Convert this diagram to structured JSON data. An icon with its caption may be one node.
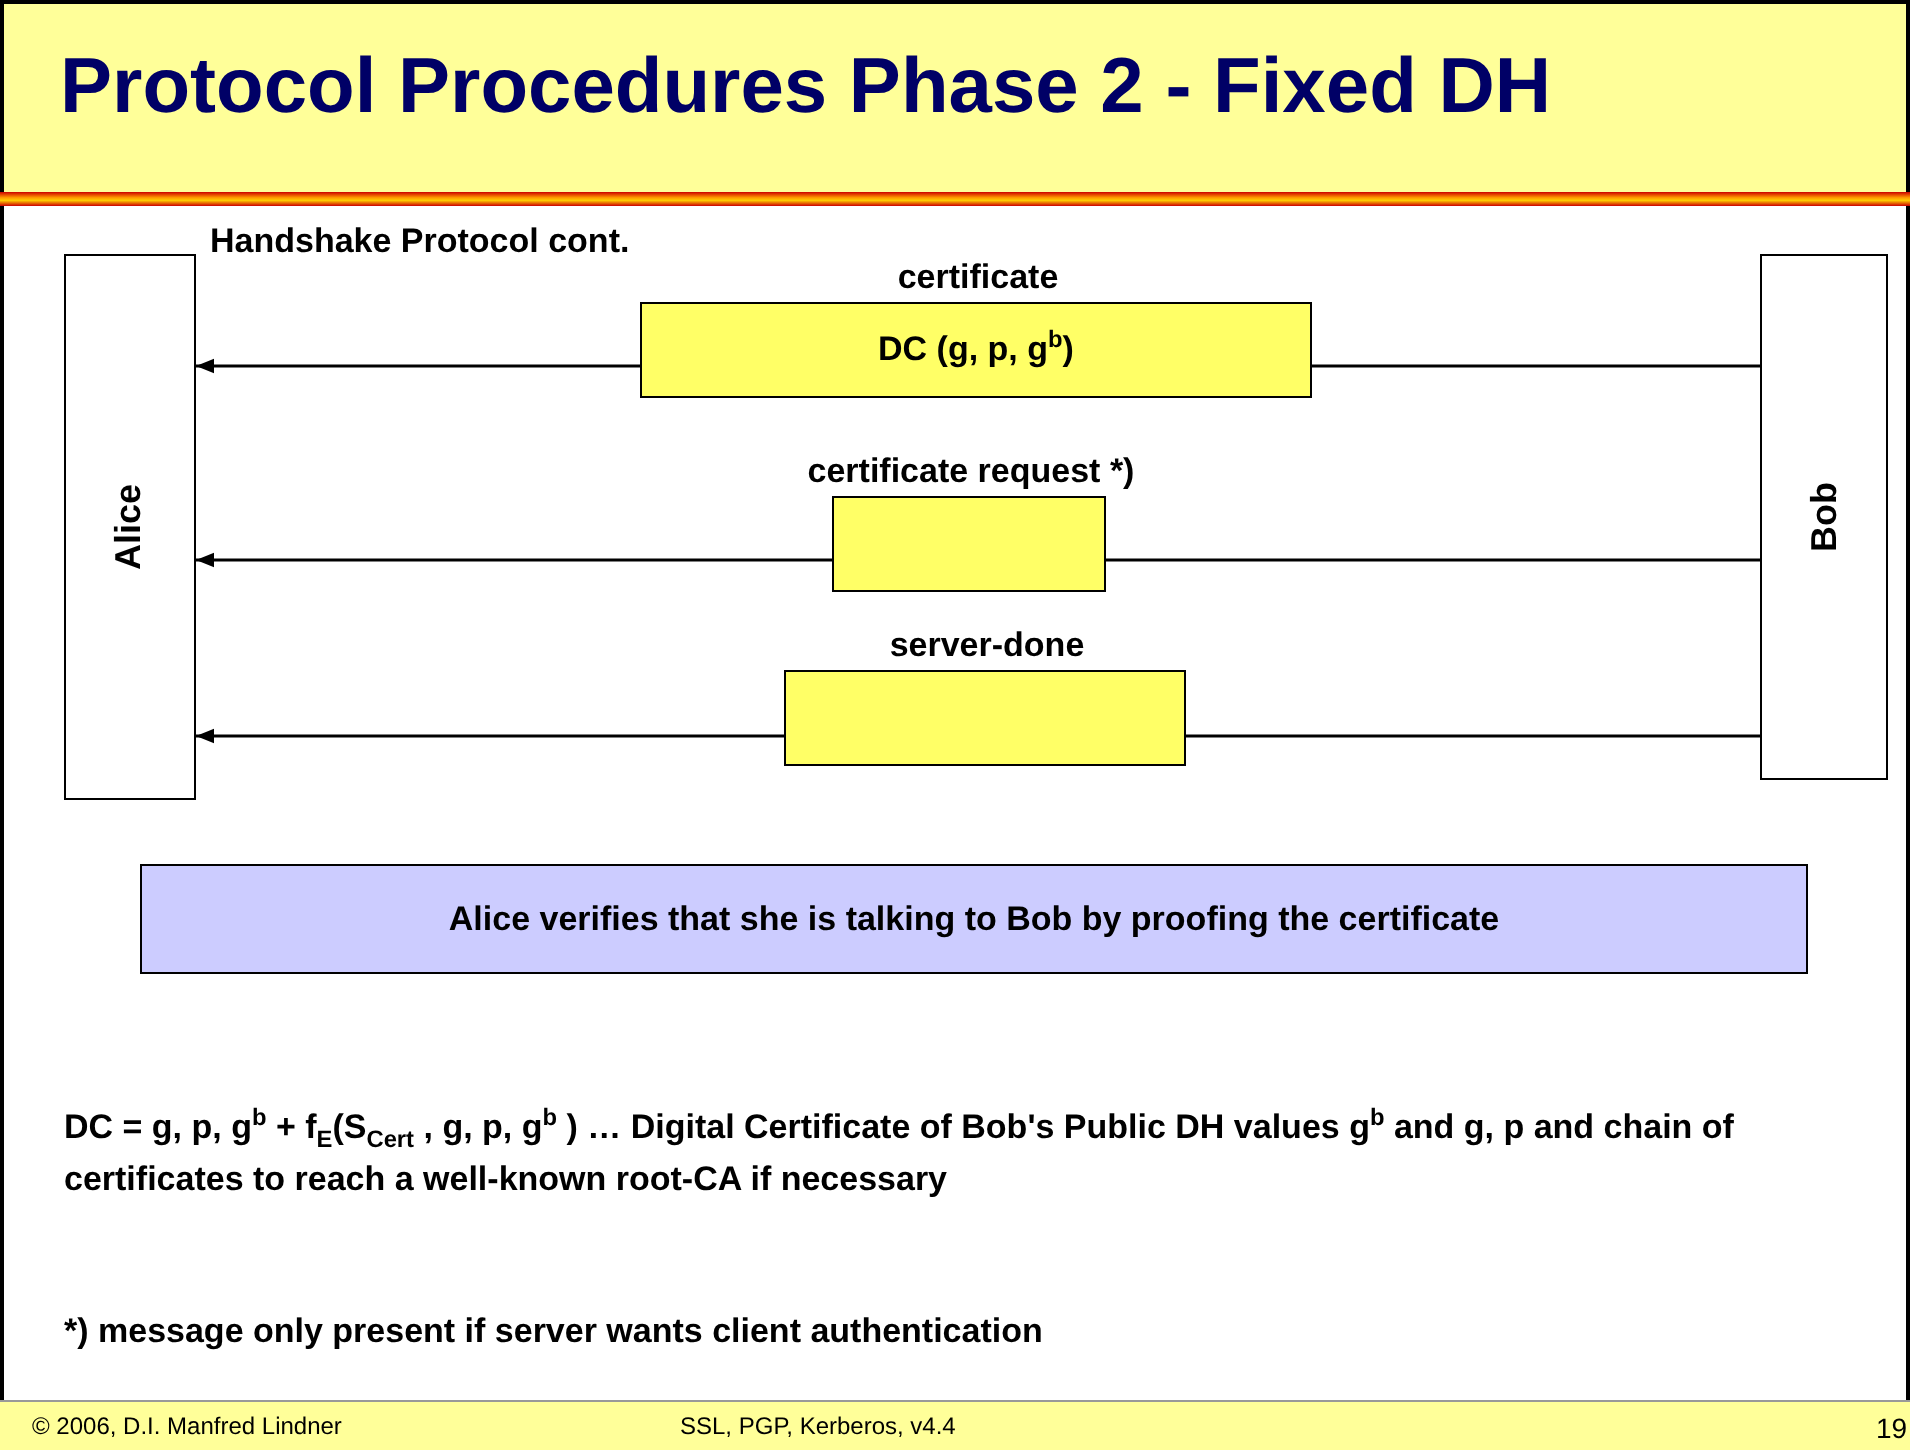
{
  "diagram": {
    "title": "Protocol Procedures Phase 2 - Fixed DH",
    "nodes": [
      {
        "text": [
          "Alice"
        ]
      },
      {
        "text": [
          "Bob"
        ]
      },
      {
        "text": [
          "certificate",
          "DC (g, p, g$^{b}$)"
        ]
      },
      {
        "text": [
          "certificate request *)"
        ]
      },
      {
        "text": [
          "server-done"
        ]
      },
      {
        "text": [
          "Alice verifies that she is talking to Bob by proofing the certificate"
        ]
      }
    ],
    "edges": [
      {
        "from": 1,
        "to": 2,
        "arrow": "none"
      },
      {
        "from": 2,
        "to": 0,
        "arrow": "to"
      },
      {
        "from": 1,
        "to": 3,
        "arrow": "none"
      },
      {
        "from": 3,
        "to": 0,
        "arrow": "to"
      },
      {
        "from": 1,
        "to": 4,
        "arrow": "none"
      },
      {
        "from": 4,
        "to": 0,
        "arrow": "to"
      }
    ],
    "labels": [
      "Handshake Protocol cont.",
      "DC = g, p, g$^{b}$ + f$_{E}$(S$_{Cert}$ , g, p, g$^{b}$ ) … Digital Certificate of Bob's Public DH values g$^{b}$ and g, p and chain of certificates to reach a well-known root-CA if necessary",
      "*) message only present if server wants client authentication",
      "© 2006, D.I. Manfred Lindner",
      "SSL, PGP, Kerberos, v4.4",
      "19"
    ]
  }
}
